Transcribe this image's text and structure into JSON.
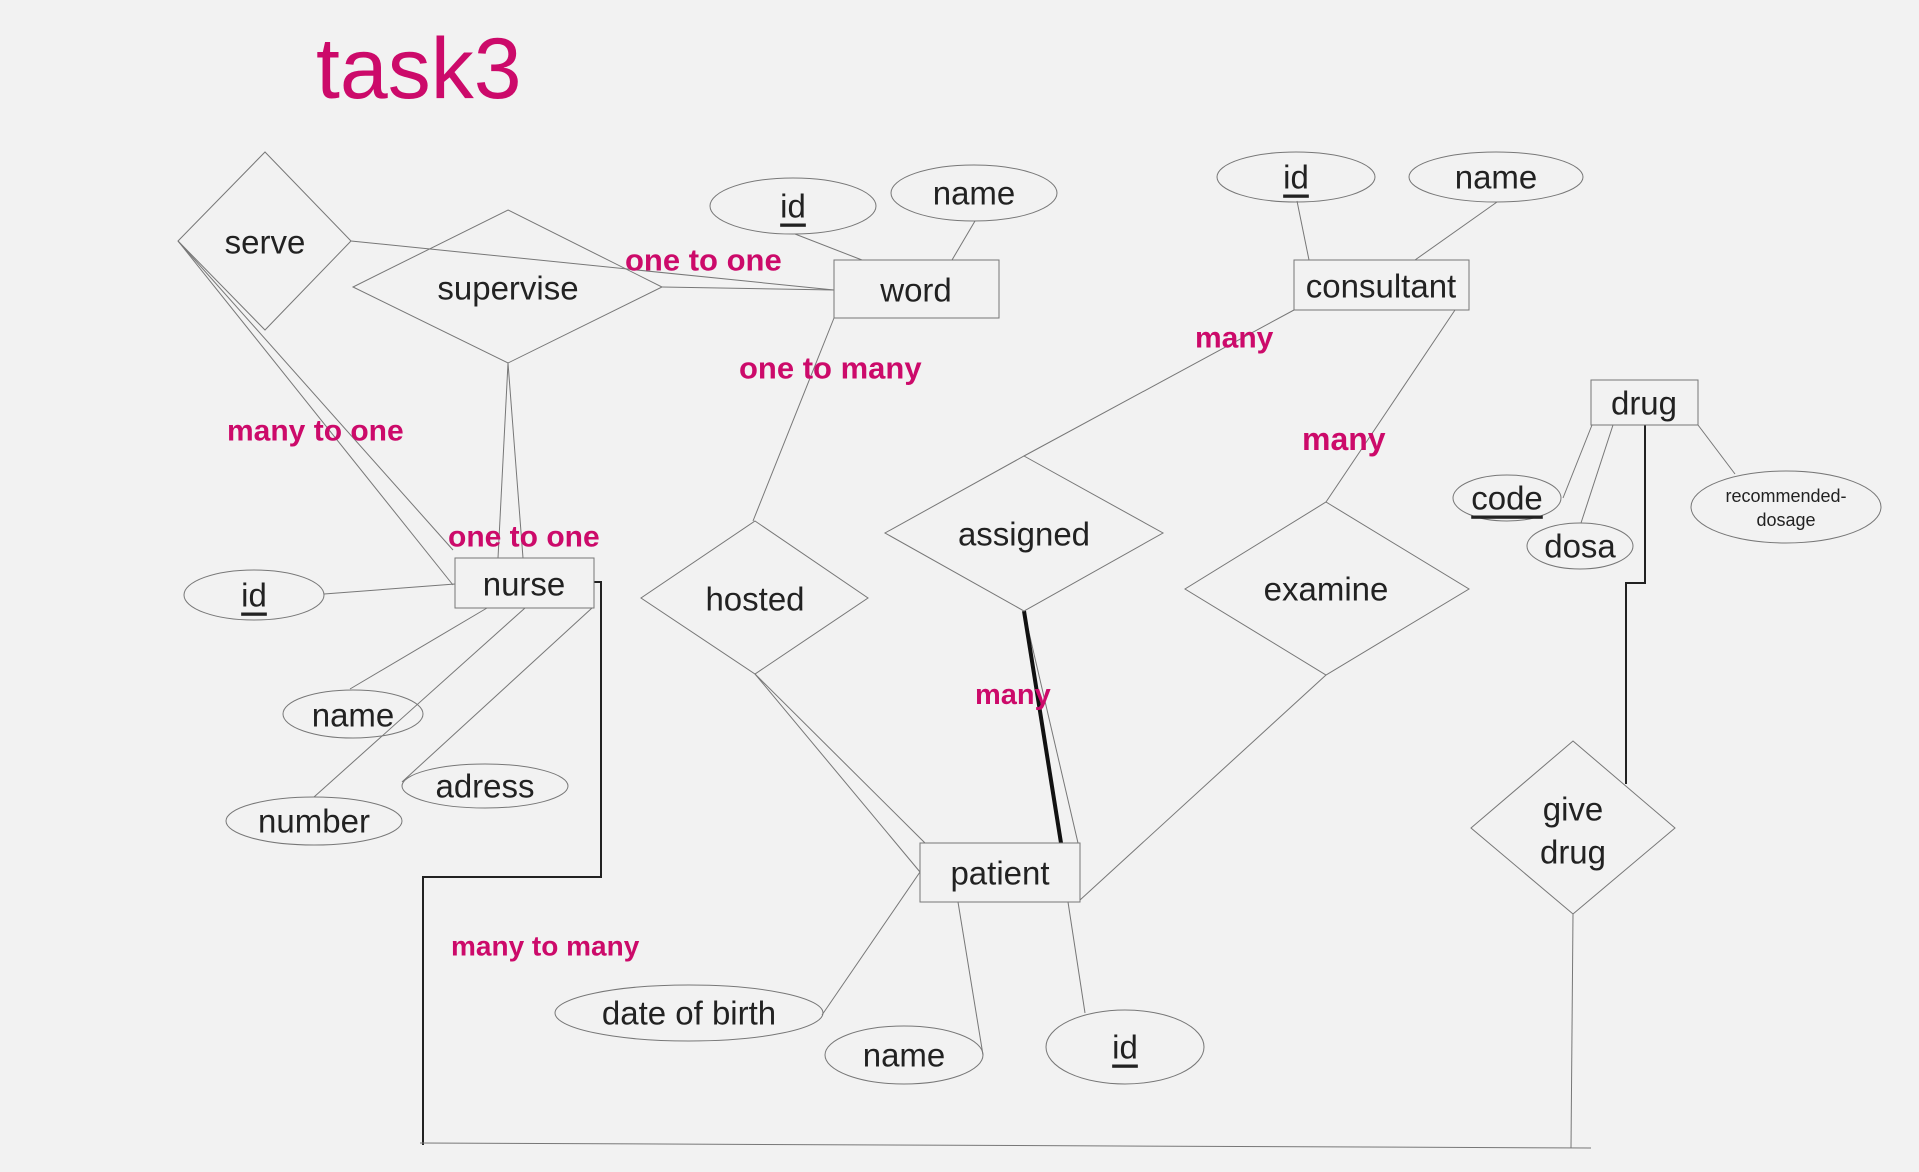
{
  "title": "task3",
  "entities": {
    "word": "word",
    "consultant": "consultant",
    "drug": "drug",
    "nurse": "nurse",
    "patient": "patient"
  },
  "relationships": {
    "serve": "serve",
    "supervise": "supervise",
    "hosted": "hosted",
    "assigned": "assigned",
    "examine": "examine",
    "give_drug_line1": "give",
    "give_drug_line2": "drug"
  },
  "attributes": {
    "word_id": "id",
    "word_name": "name",
    "consultant_id": "id",
    "consultant_name": "name",
    "drug_code": "code",
    "drug_dosa": "dosa",
    "drug_recommended_line1": "recommended-",
    "drug_recommended_line2": "dosage",
    "nurse_id": "id",
    "nurse_name": "name",
    "nurse_adress": "adress",
    "nurse_number": "number",
    "patient_dob": "date of birth",
    "patient_name": "name",
    "patient_id": "id"
  },
  "cardinalities": {
    "supervise_word": "one to one",
    "word_hosted": "one to many",
    "serve_nurse": "many to one",
    "supervise_nurse": "one to one",
    "nurse_give_drug": "many to many",
    "consultant_assigned": "many",
    "consultant_examine": "many",
    "assigned_patient": "many"
  },
  "colors": {
    "accent": "#cc0a6a",
    "line": "#777777",
    "background": "#f2f2f2"
  }
}
